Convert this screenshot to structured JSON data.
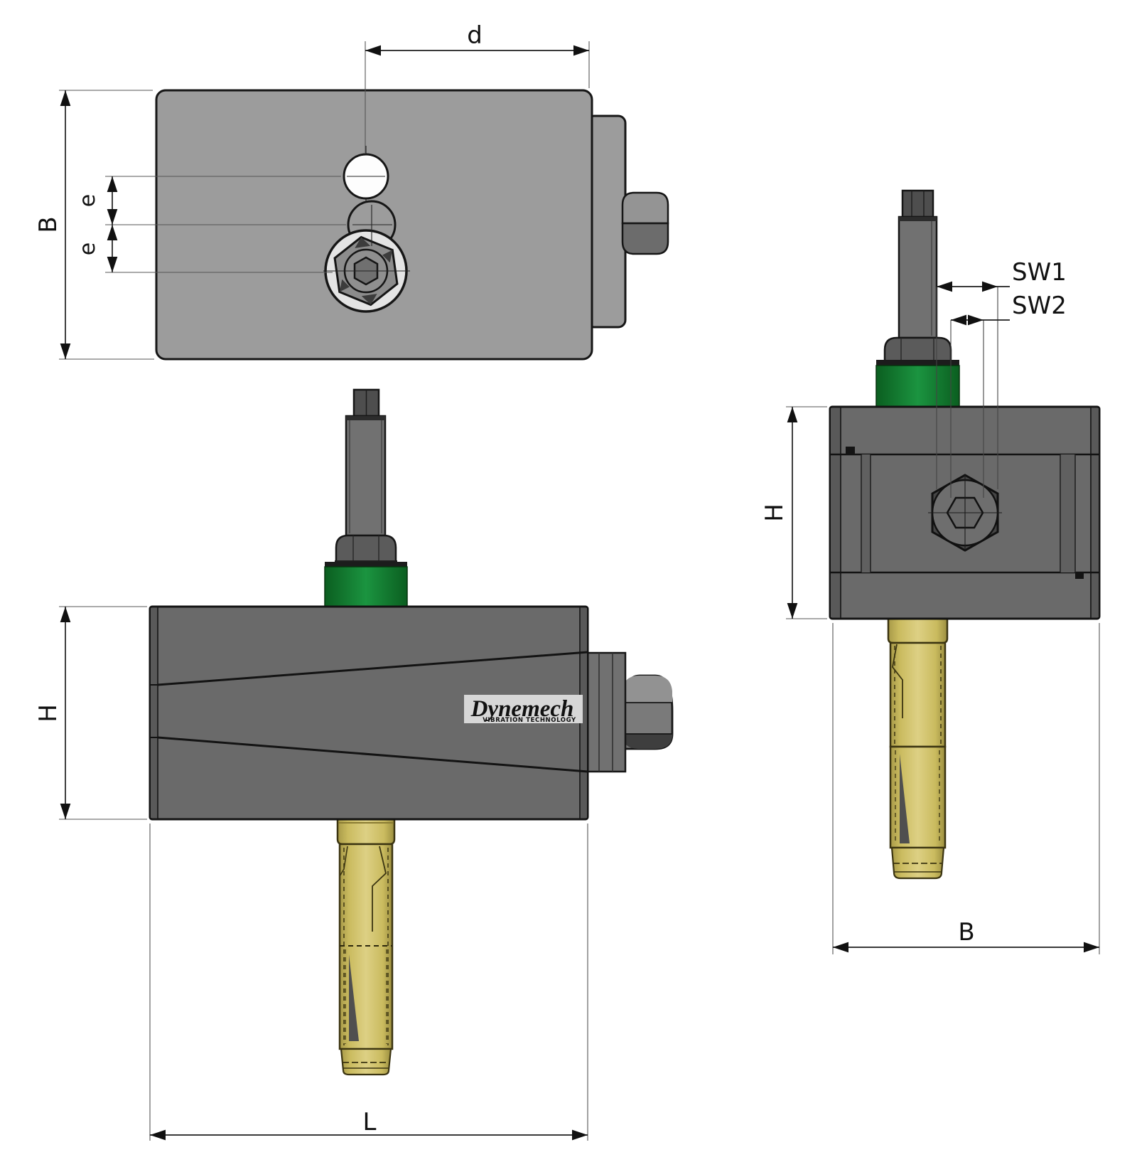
{
  "logo": {
    "title": "Dynemech",
    "subtitle": "VIBRATION TECHNOLOGY"
  },
  "dimensions": {
    "top_view": {
      "hole_distance": "d",
      "depth": "B",
      "hole_offset_1": "e",
      "hole_offset_2": "e"
    },
    "front_view": {
      "height": "H",
      "length": "L"
    },
    "side_view": {
      "wrench_size_1": "SW1",
      "wrench_size_2": "SW2",
      "height": "H",
      "width": "B"
    }
  },
  "colors": {
    "top_body_gray": "#9c9c9c",
    "housing_gray": "#6a6a6a",
    "edge_band_gray": "#595959",
    "pad_green": "#178233",
    "anchor_gold": "#cdbf66",
    "brand_purple": "#5b2a91",
    "logo_plate": "#d7d7d7",
    "hole_white": "#fdfdfd",
    "outline_black": "#141414"
  }
}
